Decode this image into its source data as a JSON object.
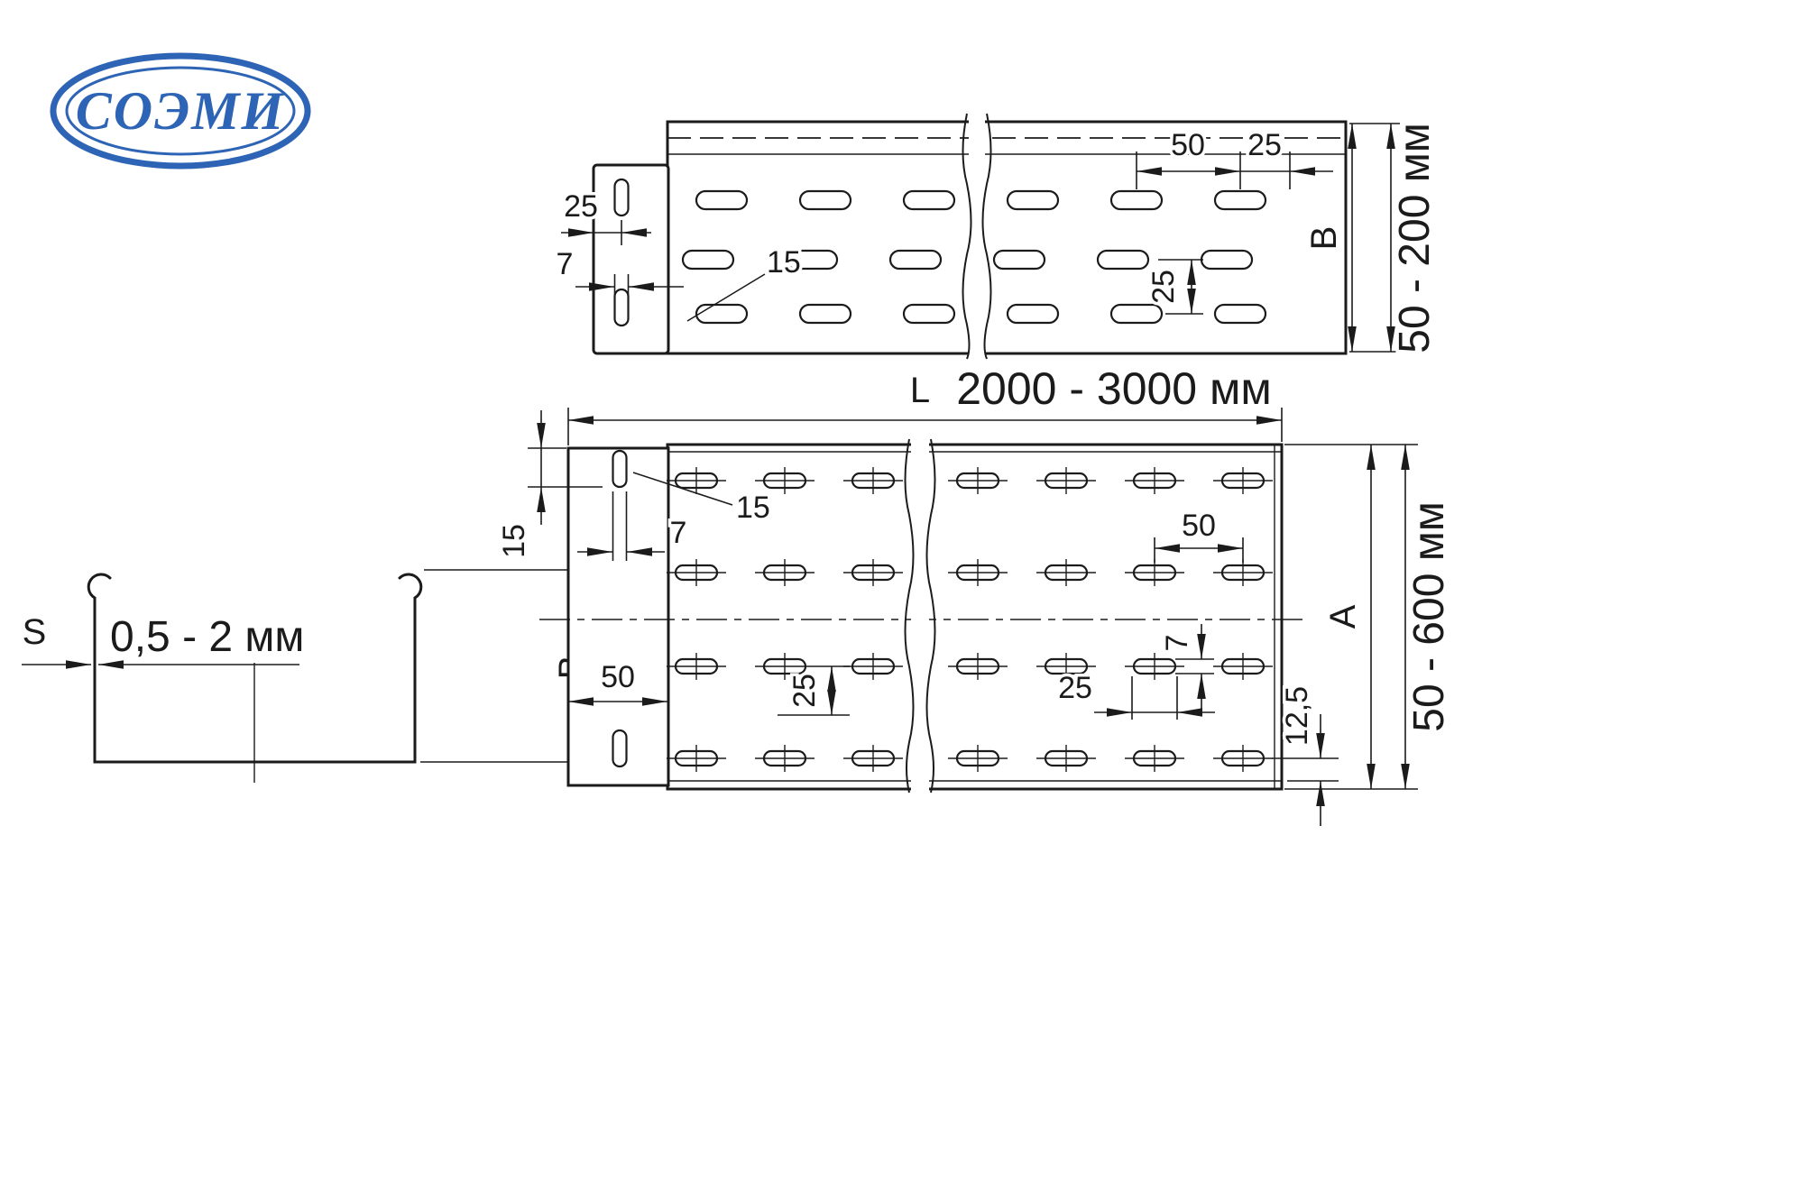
{
  "logo": {
    "text": "СОЭМИ"
  },
  "cross_section": {
    "s": "S",
    "thickness_range": "0,5 - 2 мм",
    "height_letter": "B"
  },
  "side_view": {
    "pitch_50": "50",
    "end_25": "25",
    "edge_25": "25",
    "slot_width_7": "7",
    "slot_length_15": "15",
    "row_pitch_25": "25",
    "height_letter": "B",
    "height_range": "50 - 200 мм"
  },
  "plan_view": {
    "length_letter": "L",
    "length_range": "2000 - 3000 мм",
    "edge_15": "15",
    "slot_width_7": "7",
    "slot_length_15": "15",
    "pitch_50": "50",
    "tab_width_50": "50",
    "row_pitch_25": "25",
    "half_pitch_25": "25",
    "slot_height_7": "7",
    "edge_offset_12_5": "12,5",
    "width_letter": "A",
    "width_range": "50 - 600 мм"
  }
}
